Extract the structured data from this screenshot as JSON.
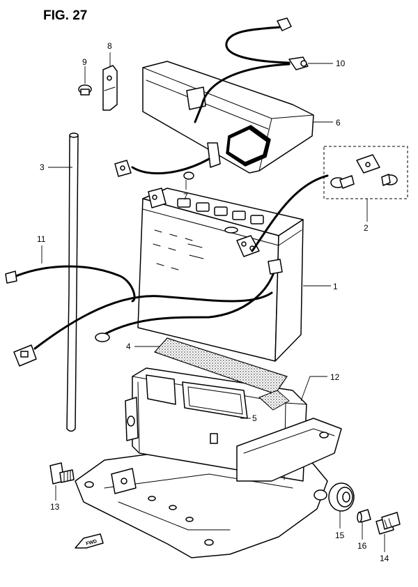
{
  "figure": {
    "title": "FIG. 27",
    "direction_badge": "FWD"
  },
  "callouts": [
    "1",
    "2",
    "3",
    "4",
    "5",
    "6",
    "7",
    "8",
    "9",
    "10",
    "11",
    "12",
    "13",
    "14",
    "15",
    "16"
  ]
}
